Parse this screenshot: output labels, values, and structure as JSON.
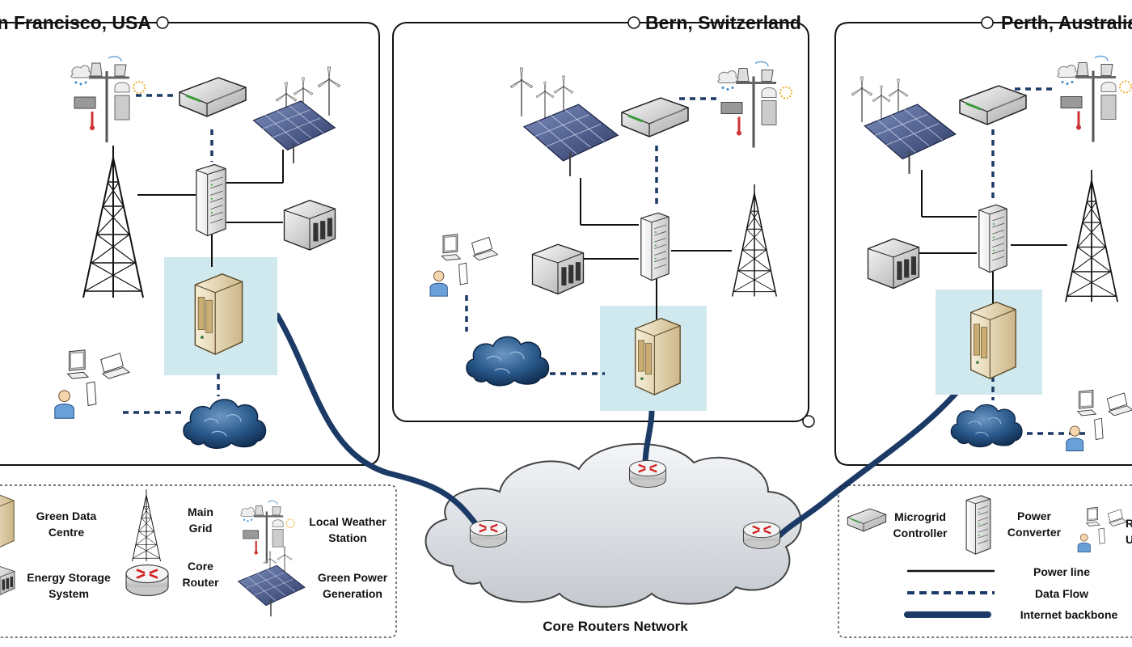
{
  "sites": [
    {
      "name": "San Francisco, USA"
    },
    {
      "name": "Bern, Switzerland"
    },
    {
      "name": "Perth, Australia"
    }
  ],
  "core_network": {
    "caption": "Core Routers Network"
  },
  "legend_left": {
    "green_dc_line1": "Green Data",
    "green_dc_line2": "Centre",
    "storage_line1": "Energy Storage",
    "storage_line2": "System",
    "grid_line1": "Main",
    "grid_line2": "Grid",
    "router_line1": "Core",
    "router_line2": "Router",
    "weather_line1": "Local Weather",
    "weather_line2": "Station",
    "greenpower_line1": "Green Power",
    "greenpower_line2": "Generation"
  },
  "legend_right": {
    "controller_line1": "Microgrid",
    "controller_line2": "Controller",
    "converter_line1": "Power",
    "converter_line2": "Converter",
    "remote_line1": "Remote",
    "remote_line2": "Users",
    "power_line": "Power line",
    "data_flow": "Data Flow",
    "backbone": "Internet backbone"
  },
  "colors": {
    "backbone": "#1c3a66",
    "datacentre_highlight": "#cfe9ee",
    "cloud_dark": "#1d4a78",
    "router_arrows": "#d21e1e",
    "panel": "#3c4a78",
    "server": "#e9dcc0"
  }
}
